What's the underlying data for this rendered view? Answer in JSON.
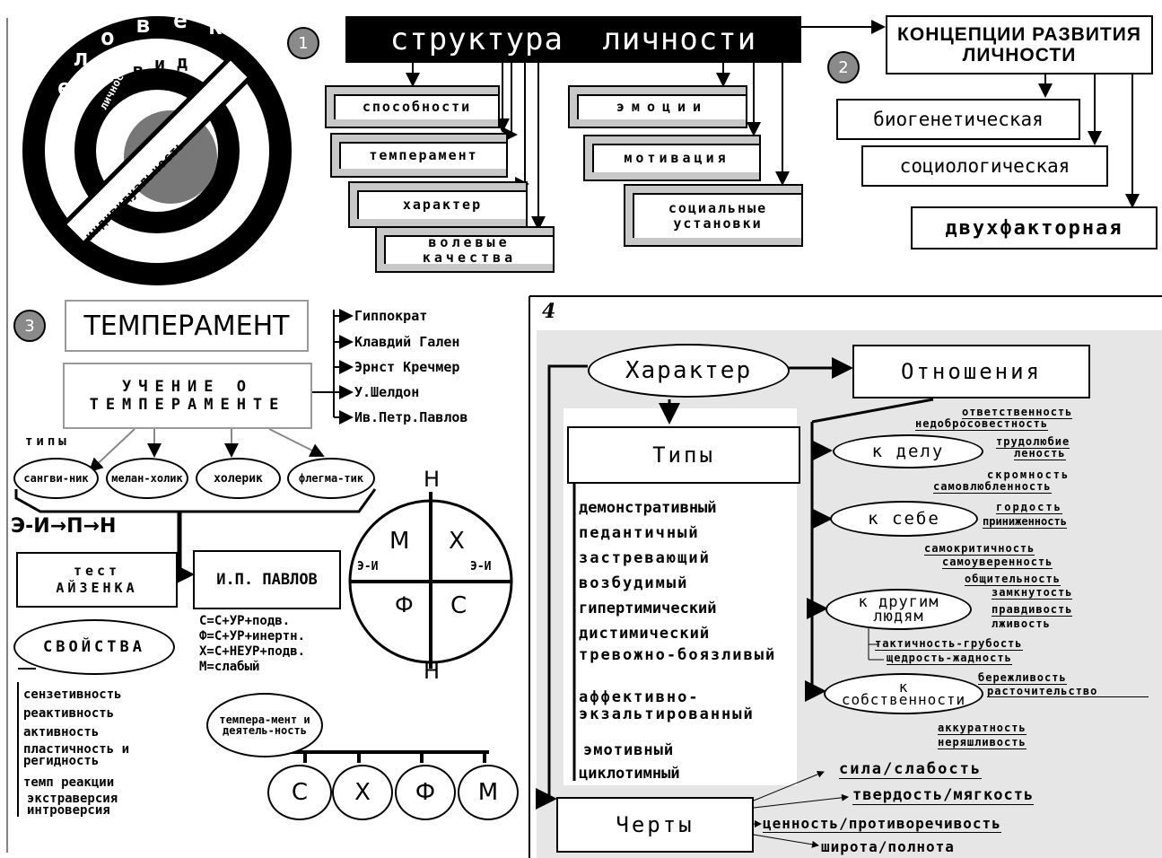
{
  "s1": {
    "num": "1",
    "title": "структура личности",
    "boxes": [
      "способности",
      "темперамент",
      "характер",
      "волевые качества",
      "эмоции",
      "мотивация",
      "социальные установки"
    ],
    "circle_outer": [
      "ч",
      "е",
      "л",
      "о",
      "в",
      "е",
      "к"
    ],
    "circle_mid": [
      "и",
      "н",
      "д",
      "и",
      "в",
      "и",
      "д"
    ],
    "circle_inner": "личность",
    "band": "индивидуальность"
  },
  "s2": {
    "num": "2",
    "title": "КОНЦЕПЦИИ РАЗВИТИЯ ЛИЧНОСТИ",
    "items": [
      "биогенетическая",
      "социологическая",
      "двухфакторная"
    ]
  },
  "s3": {
    "num": "3",
    "title": "ТЕМПЕРАМЕНТ",
    "teaching": "УЧЕНИЕ О ТЕМПЕРАМЕНТЕ",
    "authors": [
      "Гиппократ",
      "Клавдий Гален",
      "Эрнст Кречмер",
      "У.Шелдон",
      "Ив.Петр.Павлов"
    ],
    "types_label": "типы",
    "types": [
      "сангви-ник",
      "мелан-холик",
      "холерик",
      "флегма-тик"
    ],
    "formula": "Э-И→П→Н",
    "test": "тест АЙЗЕНКА",
    "pavlov": "И.П. ПАВЛОВ",
    "pavlov_formulas": [
      "С=С+УР+подв.",
      "Ф=С+УР+инертн.",
      "Х=С+НЕУР+подв.",
      "М=слабый"
    ],
    "quad": {
      "top": "Н",
      "bottom": "Н",
      "left": "Э-И",
      "right": "Э-И",
      "tl": "М",
      "tr": "Х",
      "bl": "Ф",
      "br": "С"
    },
    "props_title": "СВОЙСТВА",
    "props": [
      "сензетивность",
      "реактивность",
      "активность",
      "пластичность и регидность",
      "темп реакции",
      "экстраверсия интроверсия"
    ],
    "activity": "темпера-мент и деятель-ность",
    "circles": [
      "С",
      "Х",
      "Ф",
      "М"
    ]
  },
  "s4": {
    "num": "4",
    "character": "Характер",
    "relations": "Отношения",
    "types_title": "Типы",
    "types": [
      "демонстративный",
      "педантичный",
      "застревающий",
      "возбудимый",
      "гипертимический",
      "дистимический",
      "тревожно-боязливый",
      "аффективно-экзальтированный",
      "эмотивный",
      "циклотимный"
    ],
    "rel_groups": [
      {
        "label": "к делу",
        "above": [
          "ответственность",
          "недобросовестность"
        ],
        "below": [
          "трудолюбие",
          "леность"
        ]
      },
      {
        "label": "к себе",
        "above": [
          "скромность",
          "самовлюбленность"
        ],
        "below": [
          "гордость",
          "приниженность",
          "самокритичность",
          "самоуверенность"
        ]
      },
      {
        "label": "к другим людям",
        "above": [
          "общительность",
          "замкнутость"
        ],
        "below": [
          "правдивость",
          "лживость",
          "тактичность-грубость",
          "щедрость-жадность"
        ]
      },
      {
        "label": "к собственности",
        "above": [
          "бережливость",
          "расточительство"
        ],
        "below": [
          "аккуратность",
          "неряшливость"
        ]
      }
    ],
    "traits_title": "Черты",
    "traits": [
      "сила/слабость",
      "твердость/мягкость",
      "ценность/противоречивость",
      "широта/полнота"
    ]
  }
}
